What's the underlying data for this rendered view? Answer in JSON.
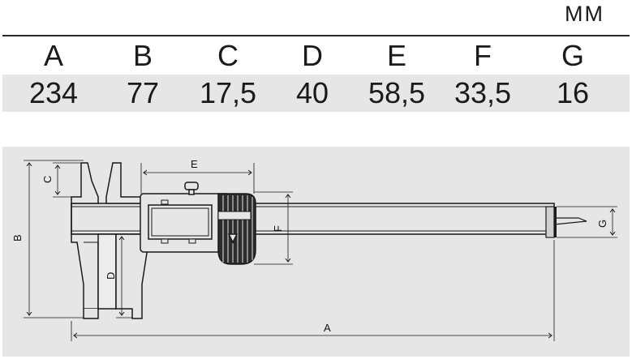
{
  "unit": "MM",
  "columns": [
    {
      "label": "A",
      "value": "234"
    },
    {
      "label": "B",
      "value": "77"
    },
    {
      "label": "C",
      "value": "17,5"
    },
    {
      "label": "D",
      "value": "40"
    },
    {
      "label": "E",
      "value": "58,5"
    },
    {
      "label": "F",
      "value": "33,5"
    },
    {
      "label": "G",
      "value": "16"
    }
  ],
  "diagram_labels": {
    "a": "A",
    "b": "B",
    "c": "C",
    "d": "D",
    "e": "E",
    "f": "F",
    "g": "G"
  },
  "colors": {
    "row_shade": "#e6e6e6",
    "line": "#1a1a1a"
  }
}
